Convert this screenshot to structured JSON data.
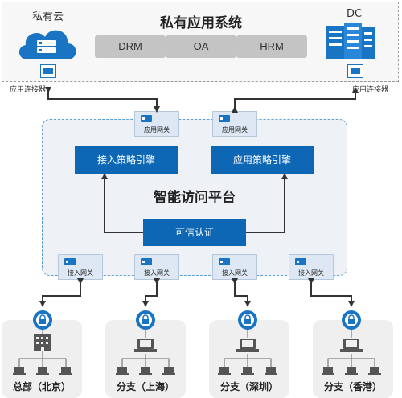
{
  "top": {
    "title": "私有应用系统",
    "private_cloud": "私有云",
    "dc": "DC",
    "connector_left": "应用连接器",
    "connector_right": "应用连接器",
    "apps": [
      "DRM",
      "OA",
      "HRM"
    ]
  },
  "platform": {
    "title": "智能访问平台",
    "access_engine": "接入策略引擎",
    "app_engine": "应用策略引擎",
    "trust_auth": "可信认证",
    "app_gateways": [
      "应用网关",
      "应用网关"
    ],
    "access_gateways": [
      "接入网关",
      "接入网关",
      "接入网关",
      "接入网关"
    ]
  },
  "branches": [
    "总部（北京）",
    "分支（上海）",
    "分支（深圳）",
    "分支（香港）"
  ],
  "colors": {
    "accent_blue": "#0d67b5",
    "icon_blue": "#1a74c4",
    "app_box_gray": "#c4c4c4"
  }
}
